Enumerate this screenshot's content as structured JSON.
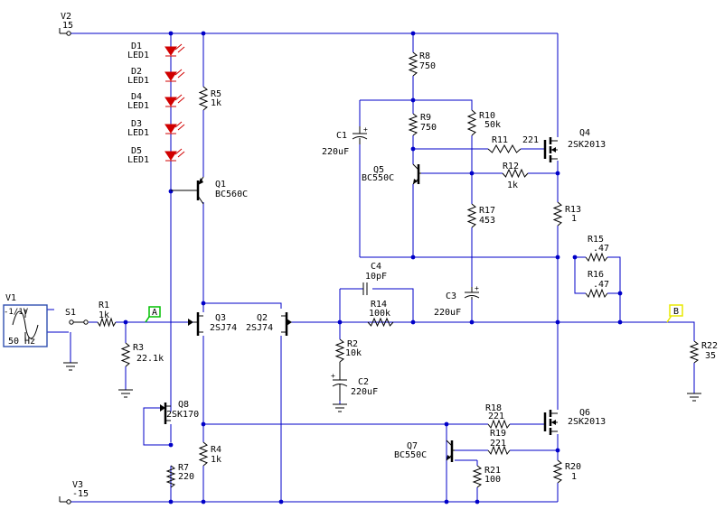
{
  "colors": {
    "wire": "#0000c8",
    "component": "#000000",
    "led": "#d00000",
    "probe_a": "#00c000",
    "probe_b": "#e8e800",
    "source_box": "#3050b0"
  },
  "supplies": {
    "v2": {
      "name": "V2",
      "value": "15"
    },
    "v3": {
      "name": "V3",
      "value": "-15"
    }
  },
  "source": {
    "name": "V1",
    "value": "-1/1V",
    "freq": "50 Hz"
  },
  "switch": {
    "name": "S1"
  },
  "probes": {
    "a": "A",
    "b": "B"
  },
  "leds": [
    {
      "name": "D1",
      "model": "LED1"
    },
    {
      "name": "D2",
      "model": "LED1"
    },
    {
      "name": "D4",
      "model": "LED1"
    },
    {
      "name": "D3",
      "model": "LED1"
    },
    {
      "name": "D5",
      "model": "LED1"
    }
  ],
  "resistors": [
    {
      "name": "R1",
      "value": "1k"
    },
    {
      "name": "R2",
      "value": "10k"
    },
    {
      "name": "R3",
      "value": "22.1k"
    },
    {
      "name": "R4",
      "value": "1k"
    },
    {
      "name": "R5",
      "value": "1k"
    },
    {
      "name": "R7",
      "value": "220"
    },
    {
      "name": "R8",
      "value": "750"
    },
    {
      "name": "R9",
      "value": "750"
    },
    {
      "name": "R10",
      "value": "50k"
    },
    {
      "name": "R11",
      "value": "221"
    },
    {
      "name": "R12",
      "value": "1k"
    },
    {
      "name": "R13",
      "value": "1"
    },
    {
      "name": "R14",
      "value": "100k"
    },
    {
      "name": "R15",
      "value": ".47"
    },
    {
      "name": "R16",
      "value": ".47"
    },
    {
      "name": "R17",
      "value": "453"
    },
    {
      "name": "R18",
      "value": "221"
    },
    {
      "name": "R19",
      "value": "221"
    },
    {
      "name": "R20",
      "value": "1"
    },
    {
      "name": "R21",
      "value": "100"
    },
    {
      "name": "R22",
      "value": "35"
    }
  ],
  "capacitors": [
    {
      "name": "C1",
      "value": "220uF"
    },
    {
      "name": "C2",
      "value": "220uF"
    },
    {
      "name": "C3",
      "value": "220uF"
    },
    {
      "name": "C4",
      "value": "10pF"
    }
  ],
  "transistors": [
    {
      "name": "Q1",
      "model": "BC560C"
    },
    {
      "name": "Q2",
      "model": "2SJ74"
    },
    {
      "name": "Q3",
      "model": "2SJ74"
    },
    {
      "name": "Q4",
      "model": "2SK2013"
    },
    {
      "name": "Q5",
      "model": "BC550C"
    },
    {
      "name": "Q6",
      "model": "2SK2013"
    },
    {
      "name": "Q7",
      "model": "BC550C"
    },
    {
      "name": "Q8",
      "model": "2SK170"
    }
  ]
}
